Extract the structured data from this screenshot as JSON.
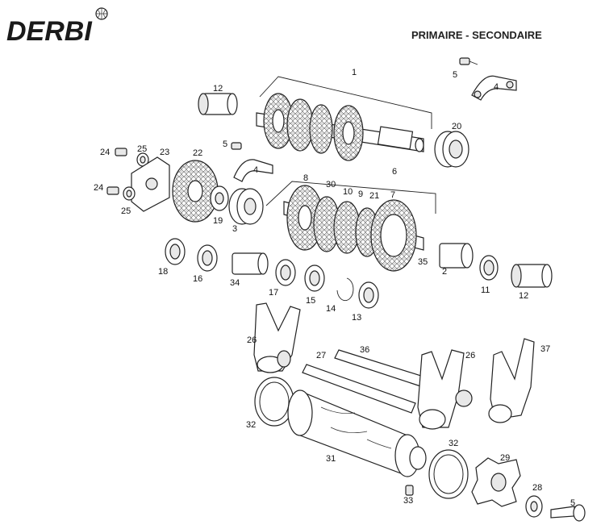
{
  "brand": {
    "name": "DERBI"
  },
  "title": "PRIMAIRE - SECONDAIRE",
  "callouts": {
    "c1": "1",
    "c2": "2",
    "c3": "3",
    "c4a": "4",
    "c4b": "4",
    "c5a": "5",
    "c5b": "5",
    "c5c": "5",
    "c6": "6",
    "c7": "7",
    "c8": "8",
    "c9": "9",
    "c10": "10",
    "c11": "11",
    "c12a": "12",
    "c12b": "12",
    "c13": "13",
    "c14": "14",
    "c15": "15",
    "c16": "16",
    "c17": "17",
    "c18": "18",
    "c19": "19",
    "c20": "20",
    "c21": "21",
    "c22": "22",
    "c23": "23",
    "c24a": "24",
    "c24b": "24",
    "c25a": "25",
    "c25b": "25",
    "c26a": "26",
    "c26b": "26",
    "c27": "27",
    "c28": "28",
    "c29": "29",
    "c30": "30",
    "c31": "31",
    "c32a": "32",
    "c32b": "32",
    "c33": "33",
    "c34": "34",
    "c35": "35",
    "c36": "36",
    "c37": "37"
  }
}
